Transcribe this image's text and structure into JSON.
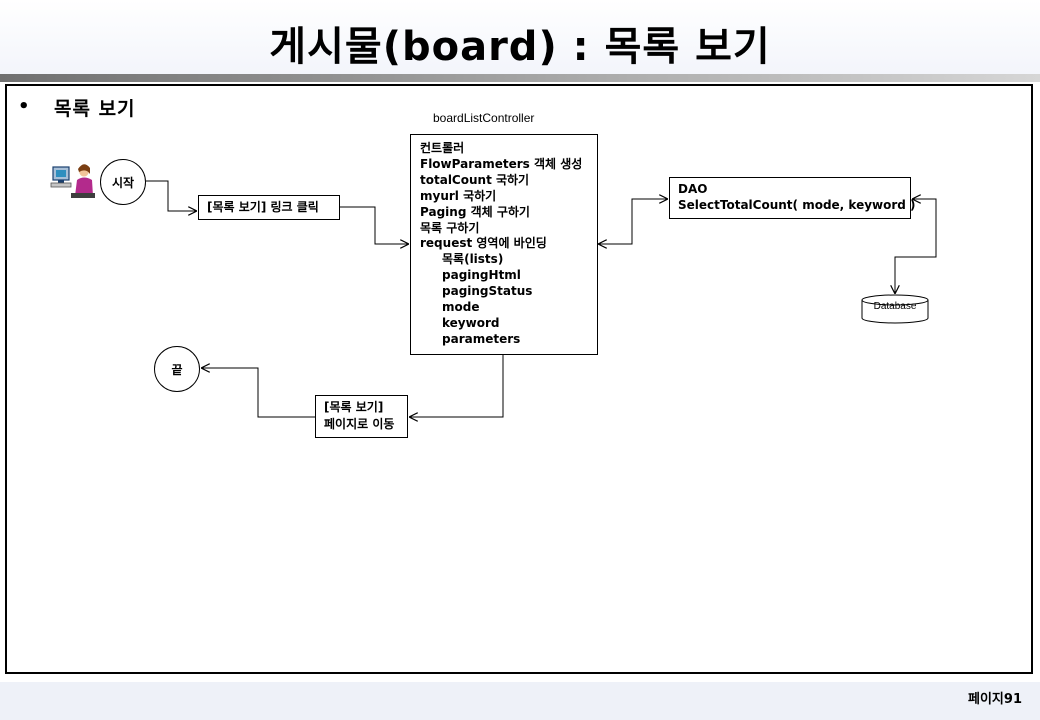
{
  "header": {
    "title": "게시물(board) : 목록 보기"
  },
  "section": {
    "bullet": "•",
    "title": "목록 보기"
  },
  "diagram": {
    "start_label": "시작",
    "end_label": "끝",
    "link_box": "[목록 보기] 링크 클릭",
    "controller": {
      "name": "boardListController",
      "lines": [
        "컨트롤러",
        "FlowParameters 객체 생성",
        "totalCount 국하기",
        "myurl 국하기",
        "Paging 객체 구하기",
        "목록 구하기",
        "request 영역에 바인딩"
      ],
      "bindings": [
        "목록(lists)",
        "pagingHtml",
        "pagingStatus",
        "mode",
        "keyword",
        "parameters"
      ]
    },
    "dao": {
      "line1": "DAO",
      "line2": "SelectTotalCount( mode,  keyword )"
    },
    "database_label": "Database",
    "move_box": {
      "line1": "[목록 보기]",
      "line2": "페이지로 이동"
    }
  },
  "footer": {
    "page": "페이지91"
  }
}
